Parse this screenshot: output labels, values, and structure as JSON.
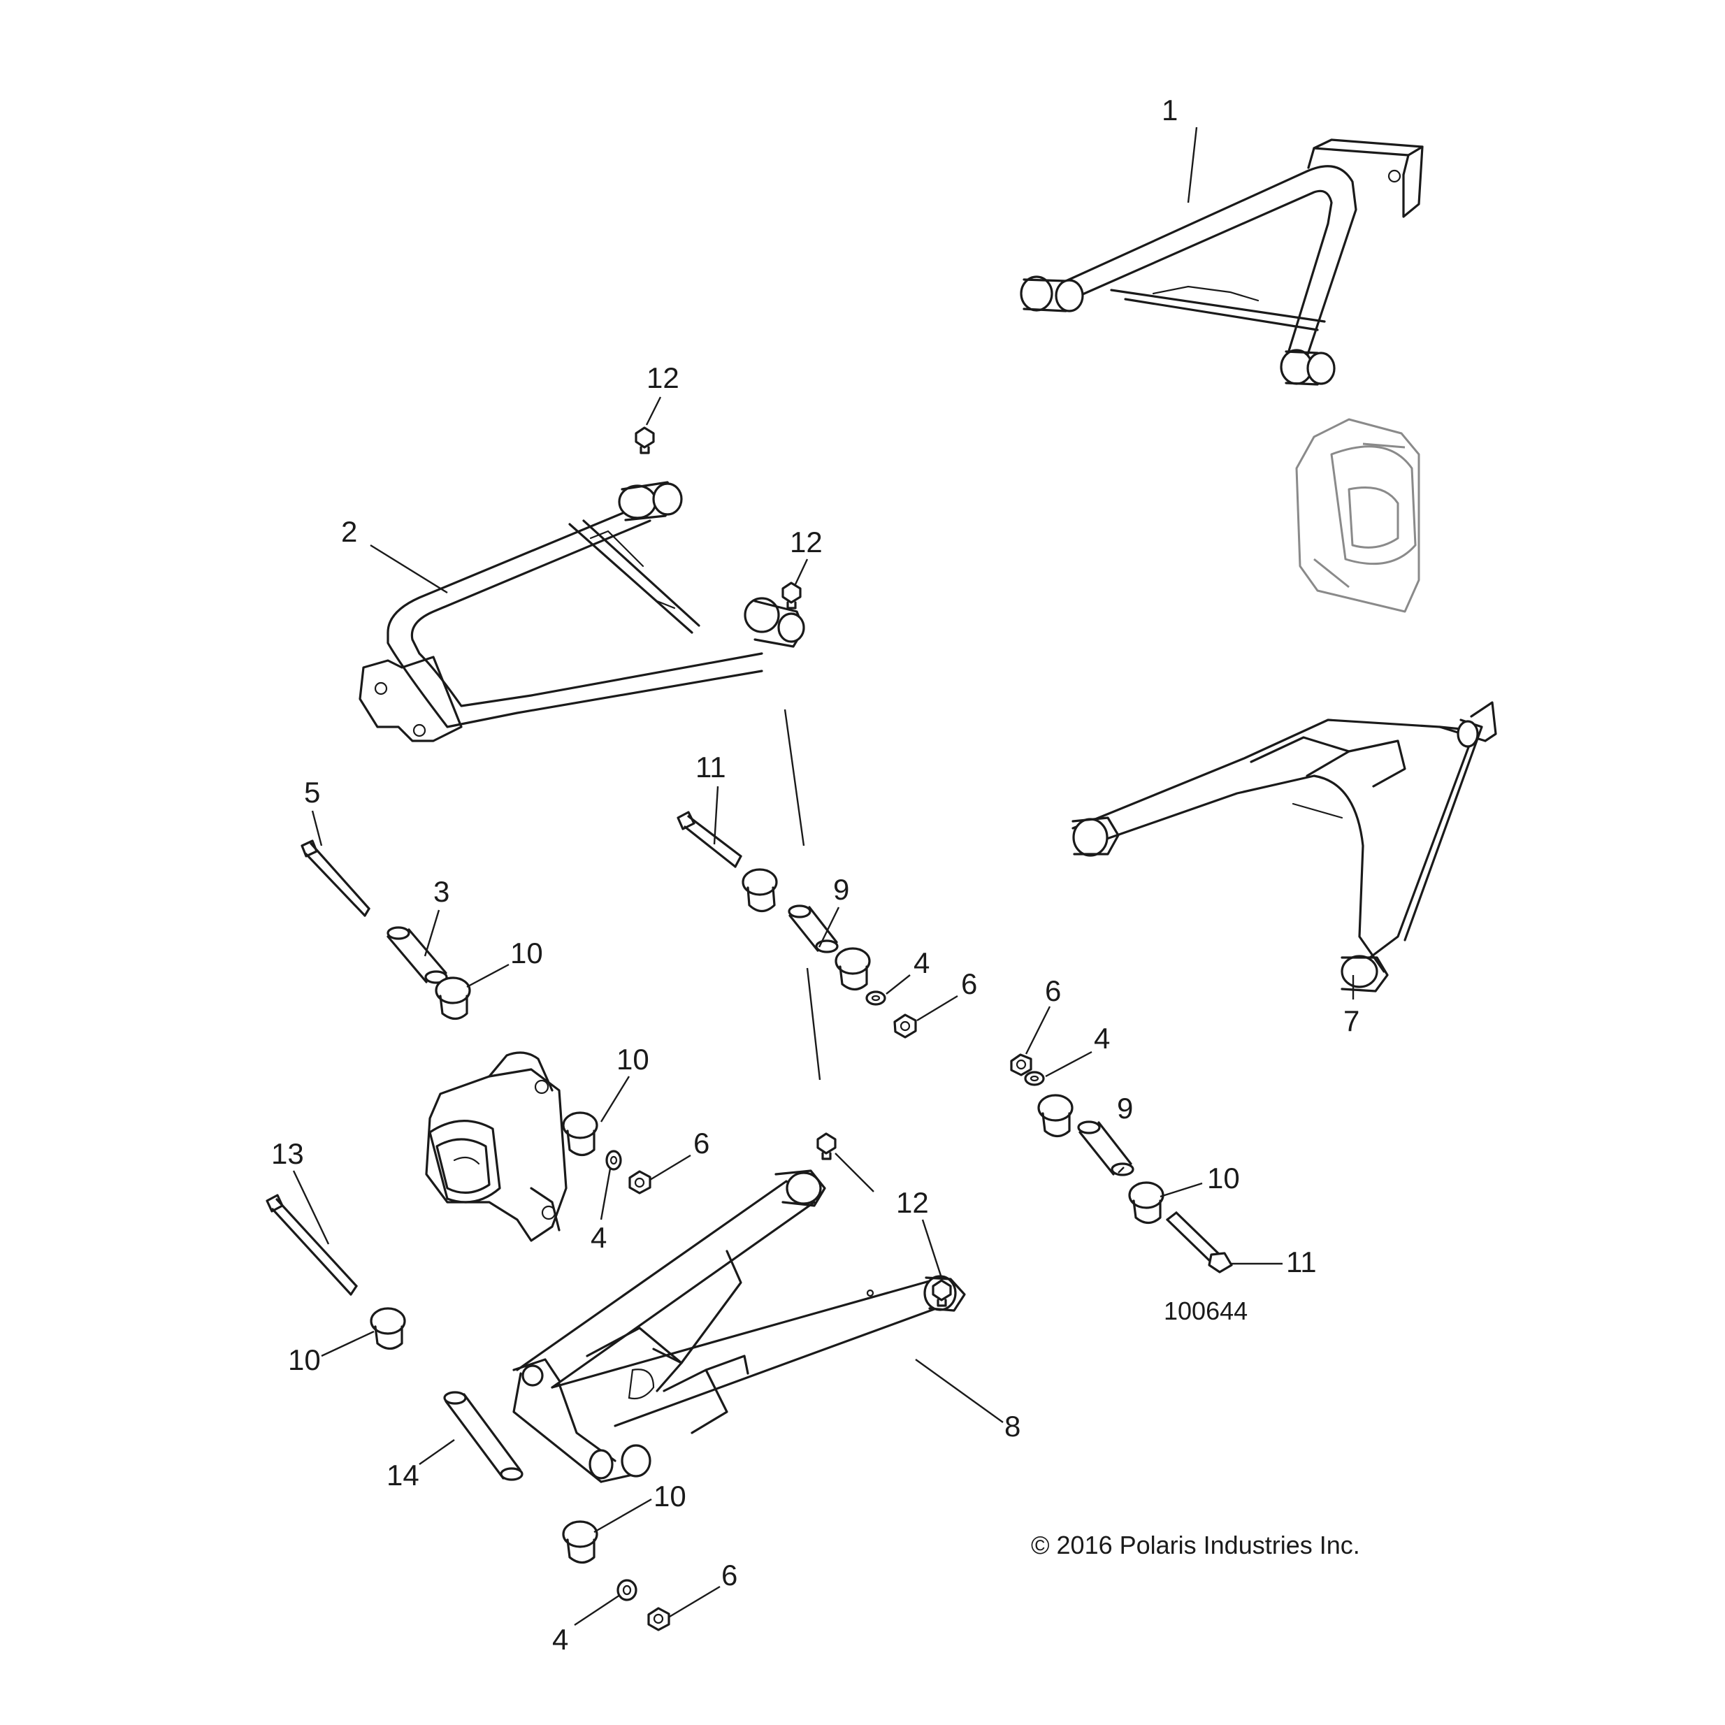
{
  "callouts": {
    "c1": "1",
    "c2": "2",
    "c3": "3",
    "c4a": "4",
    "c4b": "4",
    "c4c": "4",
    "c4d": "4",
    "c5": "5",
    "c6a": "6",
    "c6b": "6",
    "c6c": "6",
    "c6d": "6",
    "c7": "7",
    "c8": "8",
    "c9a": "9",
    "c9b": "9",
    "c10a": "10",
    "c10b": "10",
    "c10c": "10",
    "c10d": "10",
    "c10e": "10",
    "c11a": "11",
    "c11b": "11",
    "c12a": "12",
    "c12b": "12",
    "c12c": "12",
    "c13": "13",
    "c14": "14"
  },
  "reference_number": "100644",
  "copyright": "© 2016 Polaris Industries Inc."
}
